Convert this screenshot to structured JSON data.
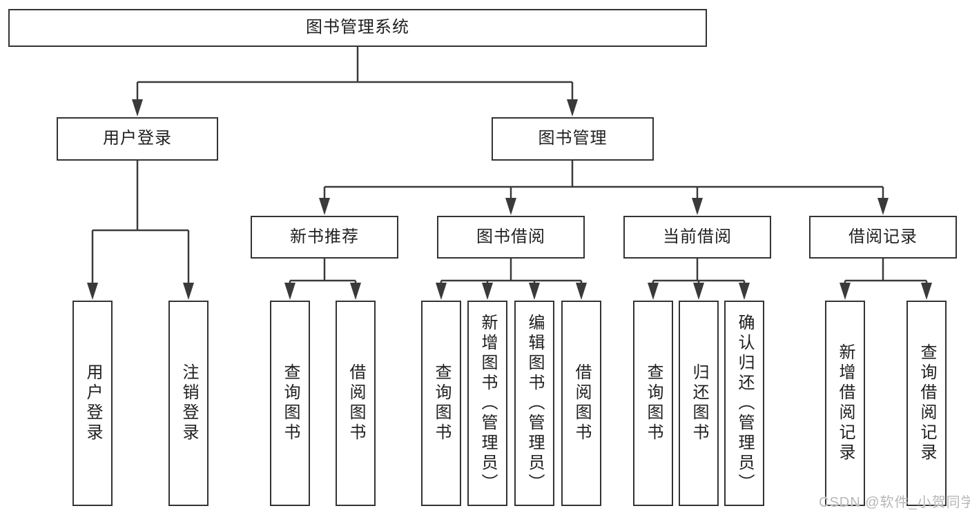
{
  "diagram": {
    "type": "tree",
    "root": {
      "label": "图书管理系统"
    },
    "branches": [
      {
        "label": "用户登录",
        "children": [
          {
            "label": "用户登录"
          },
          {
            "label": "注销登录"
          }
        ]
      },
      {
        "label": "图书管理",
        "children": [
          {
            "label": "新书推荐",
            "children": [
              {
                "label": "查询图书"
              },
              {
                "label": "借阅图书"
              }
            ]
          },
          {
            "label": "图书借阅",
            "children": [
              {
                "label": "查询图书"
              },
              {
                "label": "新增图书（管理员）"
              },
              {
                "label": "编辑图书（管理员）"
              },
              {
                "label": "借阅图书"
              }
            ]
          },
          {
            "label": "当前借阅",
            "children": [
              {
                "label": "查询图书"
              },
              {
                "label": "归还图书"
              },
              {
                "label": "确认归还（管理员）"
              }
            ]
          },
          {
            "label": "借阅记录",
            "children": [
              {
                "label": "新增借阅记录"
              },
              {
                "label": "查询借阅记录"
              }
            ]
          }
        ]
      }
    ]
  },
  "watermark": {
    "text": "CSDN @软件_小贺同学"
  },
  "colors": {
    "background": "#ffffff",
    "box_border": "#333333",
    "connector_line": "#3a3a3a",
    "text": "#1f1f1f",
    "watermark": "#b7b7b7"
  }
}
